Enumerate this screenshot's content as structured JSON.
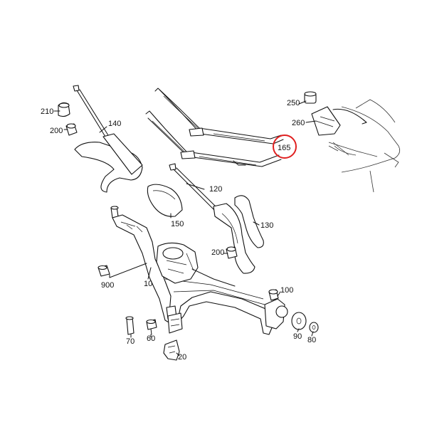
{
  "diagram": {
    "highlight_color": "#e02020",
    "highlighted_part": "165",
    "parts": [
      {
        "id": "p210",
        "label": "210"
      },
      {
        "id": "p200a",
        "label": "200"
      },
      {
        "id": "p140",
        "label": "140"
      },
      {
        "id": "p165",
        "label": "165"
      },
      {
        "id": "p250",
        "label": "250"
      },
      {
        "id": "p260",
        "label": "260"
      },
      {
        "id": "p120",
        "label": "120"
      },
      {
        "id": "p150",
        "label": "150"
      },
      {
        "id": "p130",
        "label": "130"
      },
      {
        "id": "p200b",
        "label": "200"
      },
      {
        "id": "p900",
        "label": "900"
      },
      {
        "id": "p10",
        "label": "10"
      },
      {
        "id": "p100",
        "label": "100"
      },
      {
        "id": "p90",
        "label": "90"
      },
      {
        "id": "p80",
        "label": "80"
      },
      {
        "id": "p70",
        "label": "70"
      },
      {
        "id": "p60",
        "label": "60"
      },
      {
        "id": "p20",
        "label": "20"
      }
    ]
  }
}
